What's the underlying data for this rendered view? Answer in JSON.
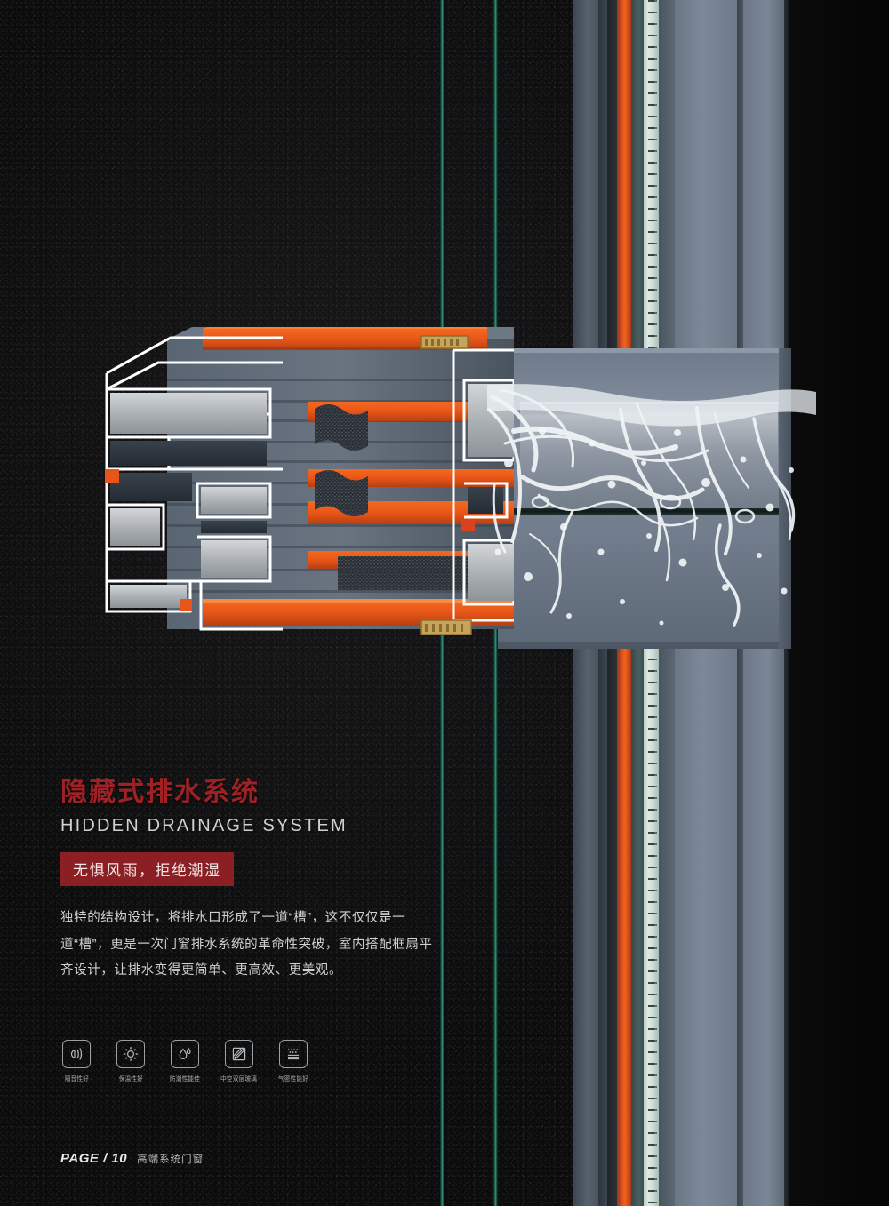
{
  "page": {
    "background_color": "#0b0b0c",
    "accent_red": "#9e2126",
    "tagline_bg": "#8b1f23",
    "profile_orange": "#ec5a1c",
    "frame_gray": "#7b8796",
    "glass_green": "#2e9c82"
  },
  "headline": {
    "title_cn": "隐藏式排水系统",
    "title_en": "HIDDEN DRAINAGE SYSTEM",
    "tagline": "无惧风雨，拒绝潮湿"
  },
  "body": {
    "paragraph": "独特的结构设计，将排水口形成了一道“槽”，这不仅仅是一道“槽”，更是一次门窗排水系统的革命性突破，室内搭配框扇平齐设计，让排水变得更简单、更高效、更美观。"
  },
  "features": [
    {
      "icon": "sound-insulation-icon",
      "label": "隔音性好"
    },
    {
      "icon": "thermal-insulation-icon",
      "label": "保温性好"
    },
    {
      "icon": "moisture-proof-icon",
      "label": "防潮性能佳"
    },
    {
      "icon": "double-glazing-icon",
      "label": "中空双层玻璃"
    },
    {
      "icon": "airtight-icon",
      "label": "气密性能好"
    }
  ],
  "footer": {
    "page_label": "PAGE / 10",
    "brand": "高端系统门窗"
  },
  "illustration": {
    "subject": "aluminium window frame cross-section with hidden drainage channel",
    "water_splash": "water-splash-overlay",
    "glass_edges": 2
  }
}
